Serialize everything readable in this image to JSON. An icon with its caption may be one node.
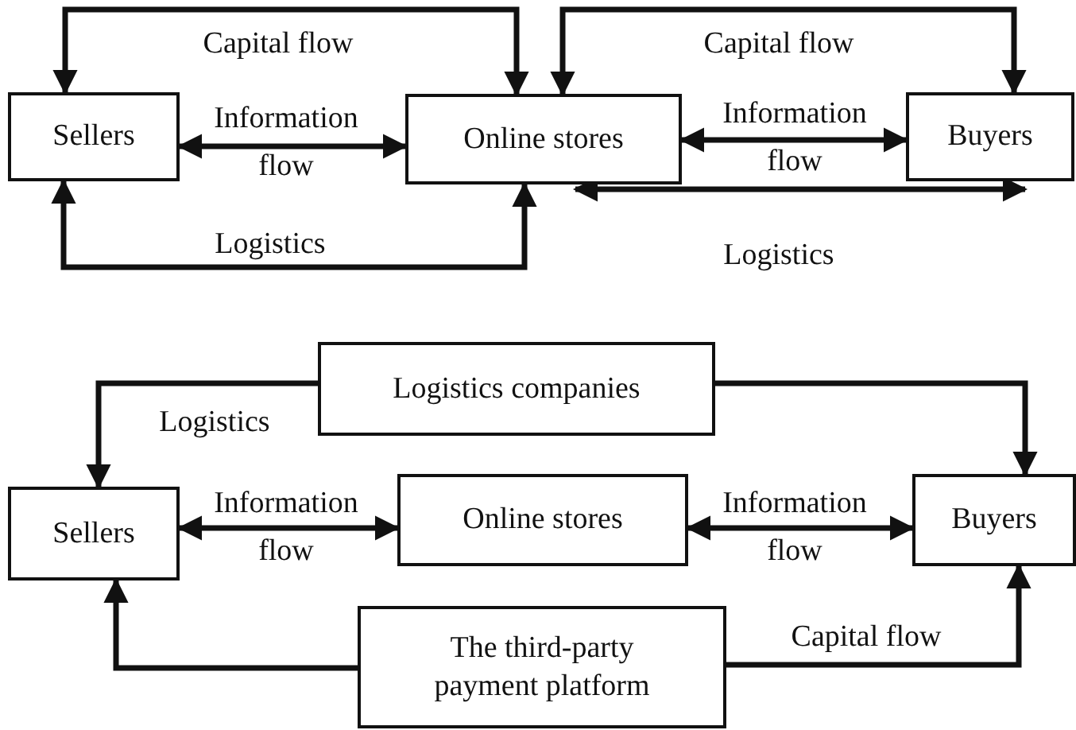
{
  "diagram": {
    "nodes": [
      {
        "text": [
          "Sellers"
        ]
      },
      {
        "text": [
          "Online stores"
        ]
      },
      {
        "text": [
          "Buyers"
        ]
      },
      {
        "text": [
          "Logistics companies"
        ]
      },
      {
        "text": [
          "Sellers"
        ]
      },
      {
        "text": [
          "Online stores"
        ]
      },
      {
        "text": [
          "Buyers"
        ]
      },
      {
        "text": [
          "The third-party payment platform"
        ]
      }
    ],
    "edges": [
      {
        "from": 0,
        "to": 1,
        "arrow": "both",
        "label": "Capital flow"
      },
      {
        "from": 1,
        "to": 2,
        "arrow": "both",
        "label": "Capital flow"
      },
      {
        "from": 0,
        "to": 1,
        "arrow": "both",
        "label": "Information flow"
      },
      {
        "from": 1,
        "to": 2,
        "arrow": "both",
        "label": "Information flow"
      },
      {
        "from": 0,
        "to": 1,
        "arrow": "both",
        "label": "Logistics"
      },
      {
        "from": 1,
        "to": 2,
        "arrow": "both",
        "label": "Logistics"
      },
      {
        "from": 3,
        "to": 4,
        "arrow": "to",
        "label": "Logistics"
      },
      {
        "from": 3,
        "to": 6,
        "arrow": "to"
      },
      {
        "from": 4,
        "to": 5,
        "arrow": "both",
        "label": "Information flow"
      },
      {
        "from": 5,
        "to": 6,
        "arrow": "both",
        "label": "Information flow"
      },
      {
        "from": 7,
        "to": 4,
        "arrow": "to"
      },
      {
        "from": 7,
        "to": 6,
        "arrow": "to",
        "label": "Capital flow"
      }
    ]
  }
}
